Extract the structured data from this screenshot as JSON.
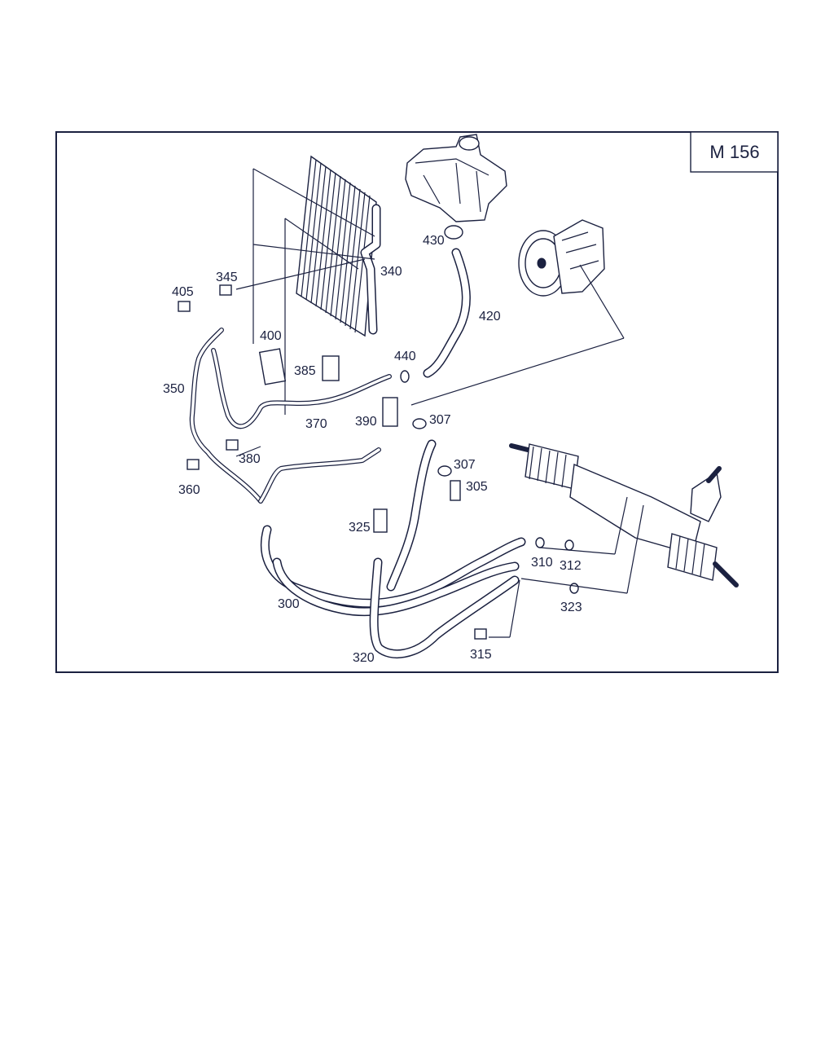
{
  "model": "M 156",
  "labels": {
    "l300": "300",
    "l305": "305",
    "l307a": "307",
    "l307b": "307",
    "l310": "310",
    "l312": "312",
    "l315": "315",
    "l320": "320",
    "l323": "323",
    "l325": "325",
    "l340": "340",
    "l345": "345",
    "l350": "350",
    "l360": "360",
    "l370": "370",
    "l380": "380",
    "l385": "385",
    "l390": "390",
    "l400": "400",
    "l405": "405",
    "l420": "420",
    "l430": "430",
    "l440": "440"
  },
  "colors": {
    "ink": "#1b2140",
    "background": "#ffffff"
  }
}
